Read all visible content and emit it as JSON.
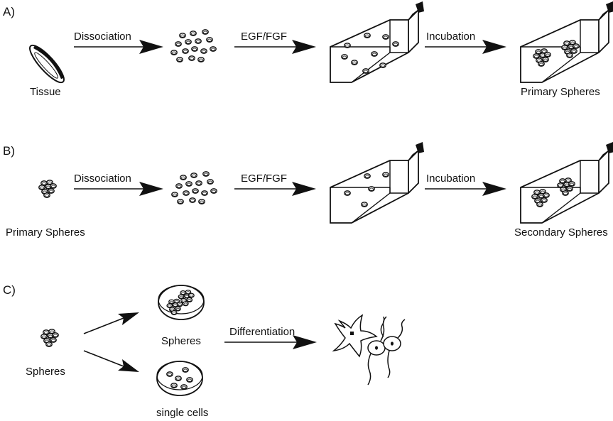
{
  "panels": {
    "a": {
      "letter": "A)",
      "tissue_label": "Tissue",
      "step1": "Dissociation",
      "step2": "EGF/FGF",
      "step3": "Incubation",
      "result": "Primary Spheres"
    },
    "b": {
      "letter": "B)",
      "start_label": "Primary Spheres",
      "step1": "Dissociation",
      "step2": "EGF/FGF",
      "step3": "Incubation",
      "result": "Secondary Spheres"
    },
    "c": {
      "letter": "C)",
      "start_label": "Spheres",
      "dish1": "Spheres",
      "dish2": "single cells",
      "step": "Differentiation"
    }
  },
  "colors": {
    "ink": "#111111",
    "background": "#ffffff"
  }
}
